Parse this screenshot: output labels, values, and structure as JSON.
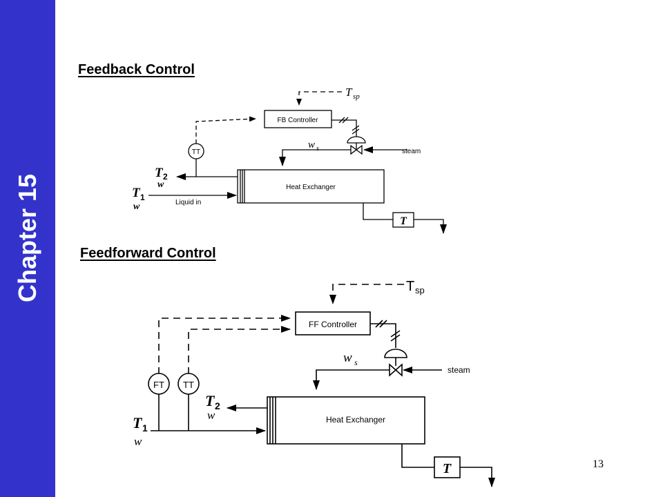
{
  "sidebar": {
    "chapter_label": "Chapter 15"
  },
  "page_number": "13",
  "feedback": {
    "heading": "Feedback Control",
    "controller_label": "FB Controller",
    "transmitter_label": "TT",
    "exchanger_label": "Heat Exchanger",
    "steam_label": "steam",
    "liquid_in_label": "Liquid in",
    "setpoint_symbol": "T",
    "setpoint_subscript": "sp",
    "steam_flow_symbol": "w",
    "steam_flow_subscript": "s",
    "outlet_temp_symbol": "T",
    "outlet_temp_subscript": "2",
    "outlet_flow_symbol": "w",
    "inlet_temp_symbol": "T",
    "inlet_temp_subscript": "1",
    "inlet_flow_symbol": "w",
    "trap_label": "T"
  },
  "feedforward": {
    "heading": "Feedforward Control",
    "controller_label": "FF Controller",
    "flow_transmitter_label": "FT",
    "temp_transmitter_label": "TT",
    "exchanger_label": "Heat Exchanger",
    "steam_label": "steam",
    "setpoint_symbol": "T",
    "setpoint_subscript": "sp",
    "steam_flow_symbol": "w",
    "steam_flow_subscript": "s",
    "outlet_temp_symbol": "T",
    "outlet_temp_subscript": "2",
    "outlet_flow_symbol": "w",
    "inlet_temp_symbol": "T",
    "inlet_temp_subscript": "1",
    "inlet_flow_symbol": "w",
    "trap_label": "T"
  }
}
